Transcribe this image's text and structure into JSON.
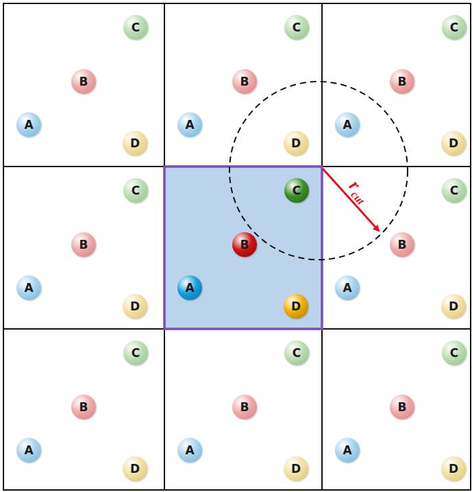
{
  "diagram": {
    "nodes": [
      {
        "text": [
          "C"
        ]
      },
      {
        "text": [
          "B"
        ]
      },
      {
        "text": [
          "A"
        ]
      },
      {
        "text": [
          "D"
        ]
      },
      {
        "text": [
          "C"
        ]
      },
      {
        "text": [
          "B"
        ]
      },
      {
        "text": [
          "A"
        ]
      },
      {
        "text": [
          "D"
        ]
      },
      {
        "text": [
          "C"
        ]
      },
      {
        "text": [
          "B"
        ]
      },
      {
        "text": [
          "A"
        ]
      },
      {
        "text": [
          "D"
        ]
      },
      {
        "text": [
          "C"
        ]
      },
      {
        "text": [
          "B"
        ]
      },
      {
        "text": [
          "A"
        ]
      },
      {
        "text": [
          "D"
        ]
      },
      {
        "text": [
          "C"
        ]
      },
      {
        "text": [
          "B"
        ]
      },
      {
        "text": [
          "A"
        ]
      },
      {
        "text": [
          "D"
        ]
      },
      {
        "text": [
          "C"
        ]
      },
      {
        "text": [
          "B"
        ]
      },
      {
        "text": [
          "A"
        ]
      },
      {
        "text": [
          "D"
        ]
      },
      {
        "text": [
          "C"
        ]
      },
      {
        "text": [
          "B"
        ]
      },
      {
        "text": [
          "A"
        ]
      },
      {
        "text": [
          "D"
        ]
      },
      {
        "text": [
          "C"
        ]
      },
      {
        "text": [
          "B"
        ]
      },
      {
        "text": [
          "A"
        ]
      },
      {
        "text": [
          "D"
        ]
      },
      {
        "text": [
          "C"
        ]
      },
      {
        "text": [
          "B"
        ]
      },
      {
        "text": [
          "A"
        ]
      },
      {
        "text": [
          "D"
        ]
      }
    ],
    "labels": [
      "r",
      "cut"
    ]
  }
}
